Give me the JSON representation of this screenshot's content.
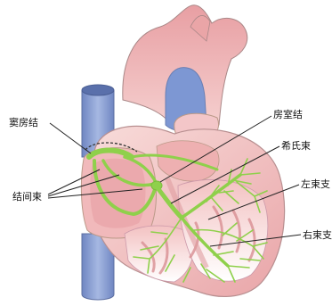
{
  "diagram": {
    "labels": {
      "sa_node": "窦房结",
      "internodal_tracts": "结间束",
      "av_node": "房室结",
      "his_bundle": "希氏束",
      "left_bundle_branch": "左束支",
      "right_bundle_branch": "右束支"
    },
    "colors": {
      "background": "#ffffff",
      "myocardium_light": "#fbe3e1",
      "myocardium_pink": "#eeb0b1",
      "myocardium_red": "#dd8a8d",
      "vein_blue": "#7a93cf",
      "conduction_green": "#8fd04b",
      "outline": "#9a8c8c",
      "leader_line": "#222222"
    }
  }
}
